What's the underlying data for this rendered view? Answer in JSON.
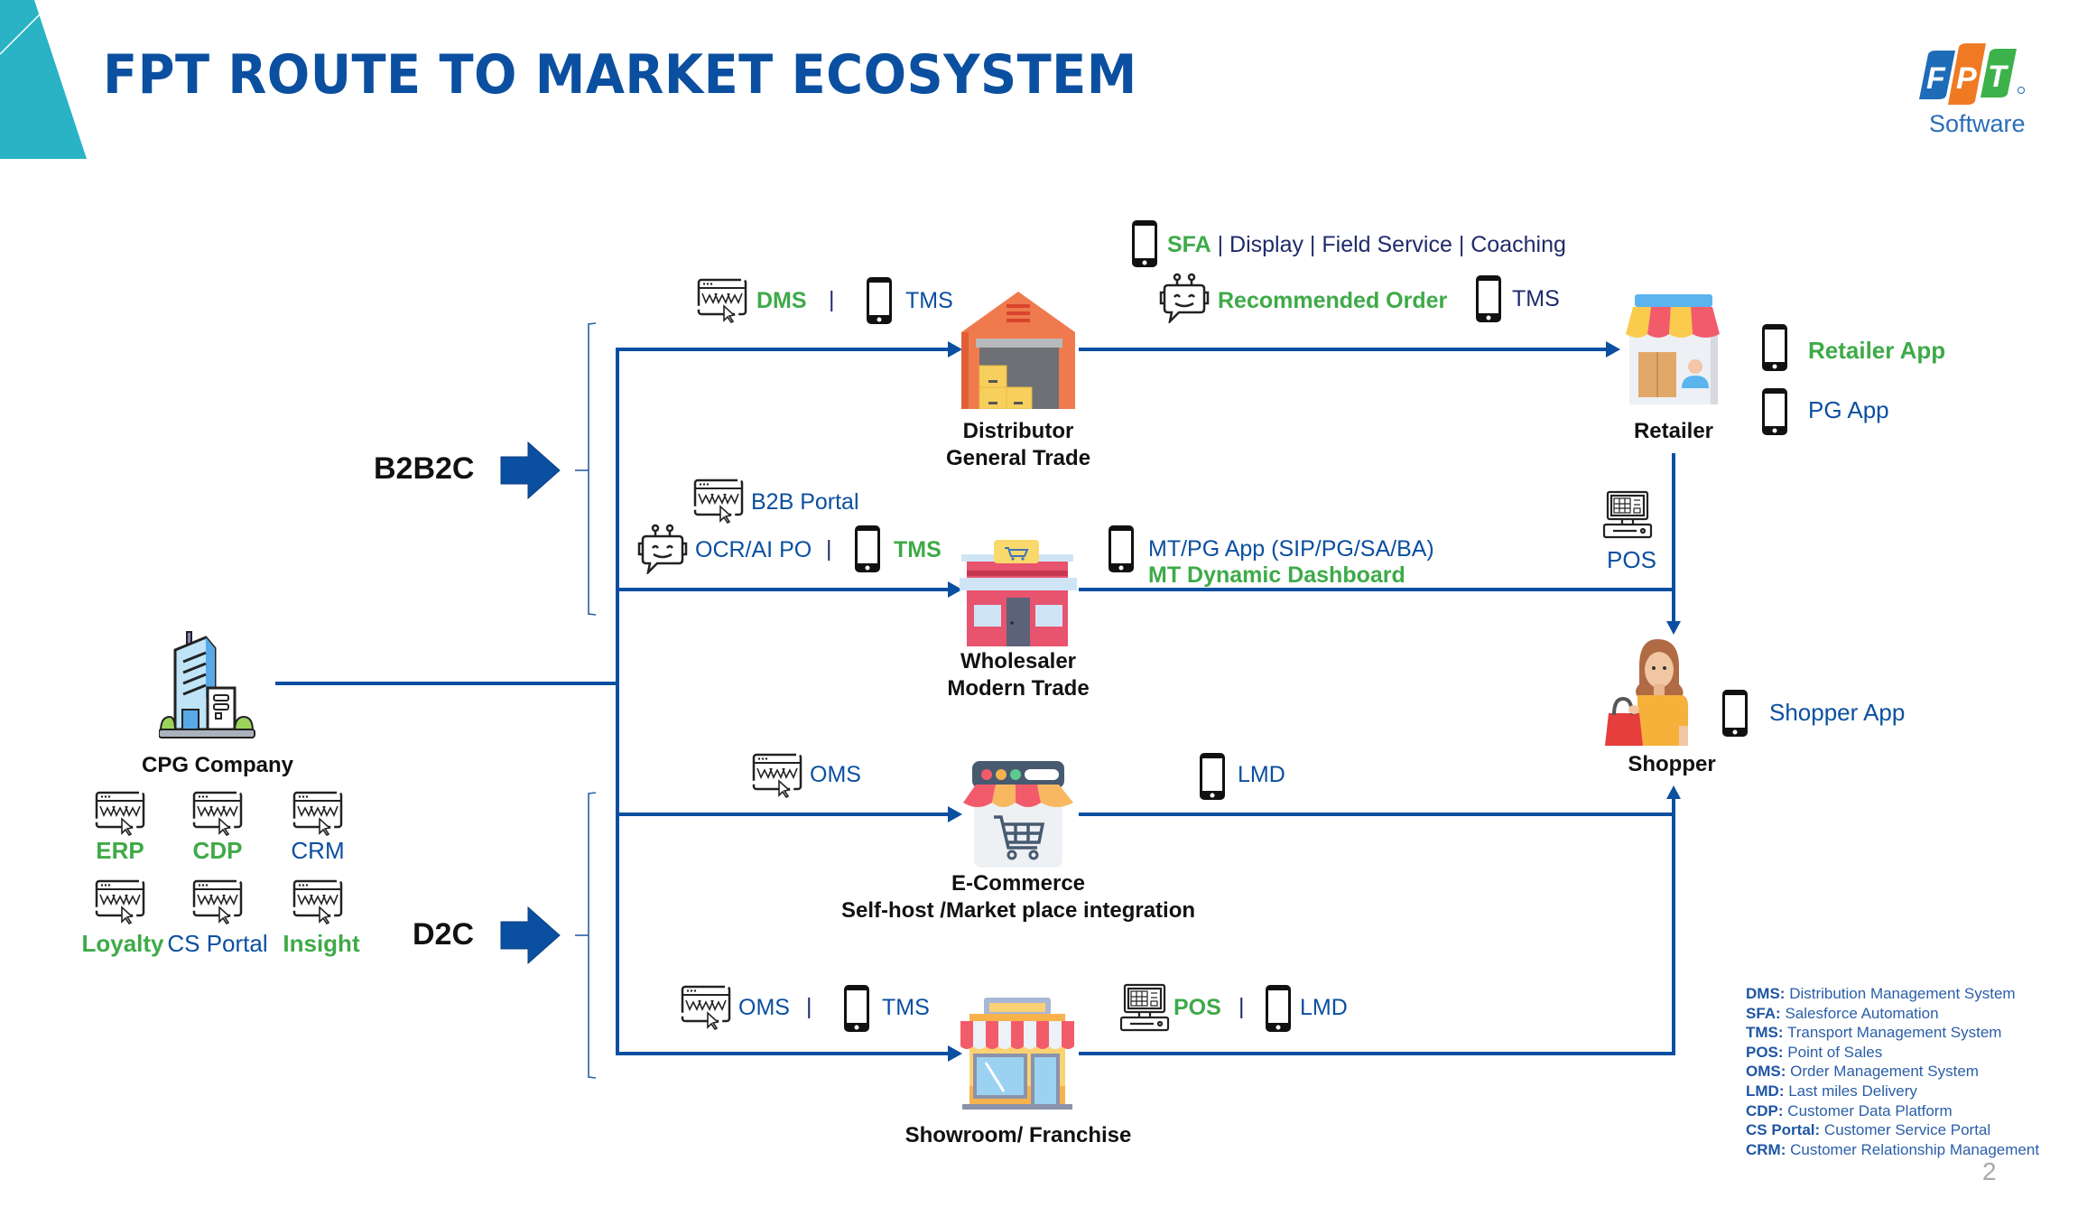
{
  "header": {
    "title": "FPT ROUTE TO MARKET ECOSYSTEM",
    "logo_letters": [
      "F",
      "P",
      "T"
    ],
    "logo_subtitle": "Software",
    "colors": {
      "title": "#0B4FA0",
      "accent_teal": "#2AB3C4",
      "logo_blue": "#1E6BB8",
      "logo_orange": "#F07A24",
      "logo_green": "#3DB14A"
    }
  },
  "segments": {
    "b2b2c": "B2B2C",
    "d2c": "D2C"
  },
  "cpg": {
    "label": "CPG Company",
    "systems": [
      {
        "label": "ERP",
        "style": "green"
      },
      {
        "label": "CDP",
        "style": "green"
      },
      {
        "label": "CRM",
        "style": "blue"
      },
      {
        "label": "Loyalty",
        "style": "green"
      },
      {
        "label": "CS Portal",
        "style": "blue"
      },
      {
        "label": "Insight",
        "style": "green"
      }
    ]
  },
  "nodes": {
    "distributor": {
      "line1": "Distributor",
      "line2": "General Trade"
    },
    "wholesaler": {
      "line1": "Wholesaler",
      "line2": "Modern Trade"
    },
    "ecommerce": {
      "line1": "E-Commerce",
      "line2": "Self-host /Market place integration"
    },
    "showroom": {
      "line1": "Showroom/ Franchise"
    },
    "retailer": {
      "line1": "Retailer"
    },
    "shopper": {
      "line1": "Shopper"
    }
  },
  "tools": {
    "distributor_in": {
      "dms": "DMS",
      "sep": "|",
      "tms": "TMS"
    },
    "distributor_out": {
      "sfa": "SFA",
      "sfa_rest": "| Display | Field Service | Coaching",
      "recommended": "Recommended Order",
      "tms": "TMS"
    },
    "retailer": {
      "retailer_app": "Retailer App",
      "pg_app": "PG App",
      "pos": "POS"
    },
    "wholesaler_in": {
      "b2b_portal": "B2B Portal",
      "ocr": "OCR/AI PO",
      "sep": "|",
      "tms": "TMS"
    },
    "wholesaler_out": {
      "mt_pg_app": "MT/PG App (SIP/PG/SA/BA)",
      "dashboard": "MT Dynamic Dashboard"
    },
    "ecommerce_in": {
      "oms": "OMS"
    },
    "ecommerce_out": {
      "lmd": "LMD"
    },
    "showroom_in": {
      "oms": "OMS",
      "sep": "|",
      "tms": "TMS"
    },
    "showroom_out": {
      "pos": "POS",
      "sep": "|",
      "lmd": "LMD"
    },
    "shopper": {
      "shopper_app": "Shopper App"
    }
  },
  "legend": [
    {
      "abbr": "DMS:",
      "full": "Distribution Management System"
    },
    {
      "abbr": "SFA:",
      "full": "Salesforce Automation"
    },
    {
      "abbr": "TMS:",
      "full": "Transport Management System"
    },
    {
      "abbr": "POS:",
      "full": "Point of Sales"
    },
    {
      "abbr": "OMS:",
      "full": "Order Management System"
    },
    {
      "abbr": "LMD:",
      "full": "Last miles Delivery"
    },
    {
      "abbr": "CDP:",
      "full": "Customer Data Platform"
    },
    {
      "abbr": "CS Portal:",
      "full": "Customer Service Portal"
    },
    {
      "abbr": "CRM:",
      "full": "Customer Relationship Management"
    }
  ],
  "page_number": "2",
  "colors": {
    "flow_line": "#0B4FA0",
    "green_text": "#3EAA48",
    "blue_text": "#0B4FA0"
  }
}
